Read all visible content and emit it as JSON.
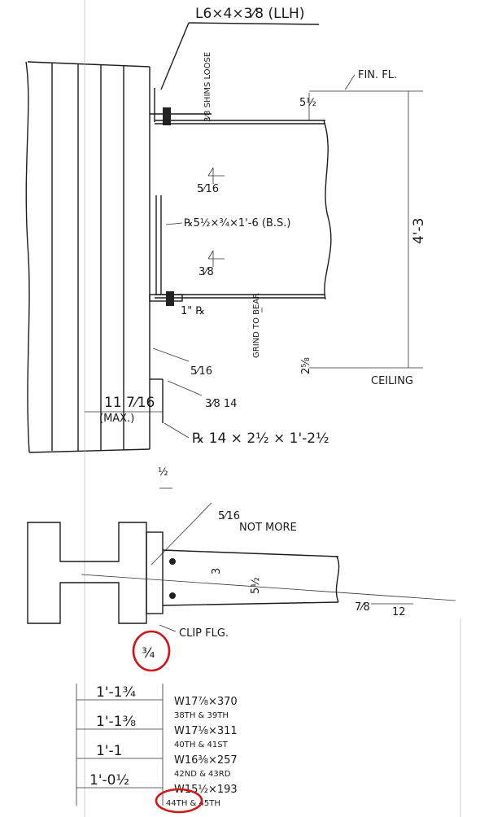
{
  "elevation": {
    "angle_callout": "L6×4×3⁄8 (LLH)",
    "shims_label": "3⁄8 SHIMS LOOSE",
    "fin_floor": "FIN. FL.",
    "top_dim": "5½",
    "depth_dim": "4'-3",
    "weld_top": "5⁄16",
    "plate_mid": "℞5½×¾×1'-6 (B.S.)",
    "weld_mid": "3⁄8",
    "plate_1in": "1\" ℞",
    "grind_label": "GRIND TO BEAR",
    "bottom_dim": "2⅝",
    "ceiling": "CEILING",
    "weld_lower": "5⁄16",
    "weld_14": "3⁄8 14",
    "offset_dim": "11 7⁄16",
    "max_label": "(MAX.)",
    "bottom_plate": "℞ 14 × 2½ × 1'-2½"
  },
  "plan": {
    "half": "½",
    "weld_note": "5⁄16",
    "not_more": "NOT MORE",
    "three_dim": "3",
    "five_half": "5½",
    "slope_rise": "7⁄8",
    "slope_run": "12",
    "clip_label": "CLIP FLG.",
    "three_quarter": "¾"
  },
  "schedule": {
    "rows": [
      {
        "dim": "1'-1¾",
        "section": "W17⅞×370",
        "floors": "38TH & 39TH"
      },
      {
        "dim": "1'-1⅜",
        "section": "W17⅛×311",
        "floors": "40TH & 41ST"
      },
      {
        "dim": "1'-1",
        "section": "W16⅜×257",
        "floors": "42ND & 43RD"
      },
      {
        "dim": "1'-0½",
        "section": "W15½×193",
        "floors": "44TH & 45TH"
      }
    ]
  },
  "annotations": {
    "circle_color": "#d21616",
    "circled": [
      "¾",
      "44TH"
    ]
  }
}
